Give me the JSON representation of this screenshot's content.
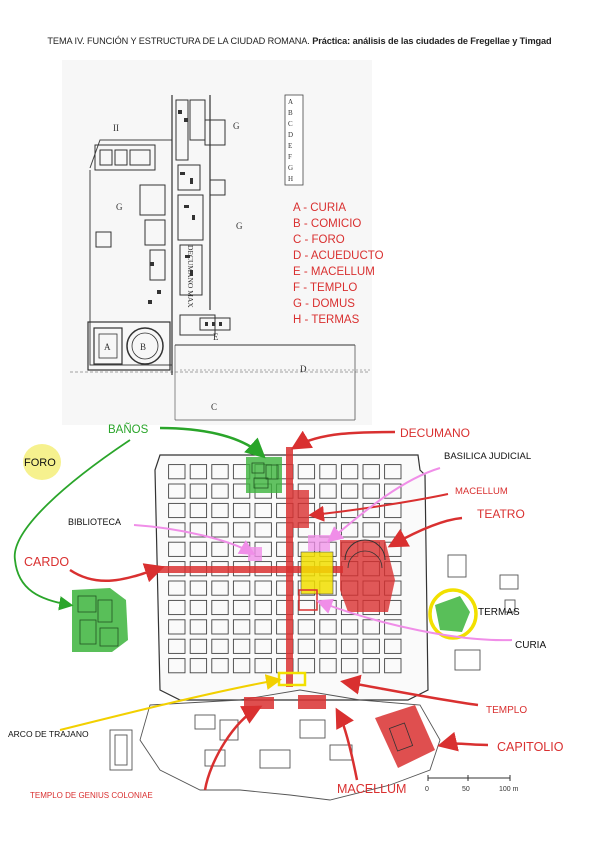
{
  "header": {
    "prefix": "TEMA IV. FUNCIÓN Y ESTRUCTURA DE LA CIUDAD ROMANA.",
    "bold": "Práctica: análisis de las ciudades de Fregellae y Timgad"
  },
  "fregellae": {
    "zone_labels": [
      "II",
      "G",
      "G",
      "G",
      "A",
      "B",
      "E",
      "D",
      "C"
    ],
    "street_label": "DECUMANO MAX",
    "index_letters": [
      "A",
      "B",
      "C",
      "D",
      "E",
      "F",
      "G",
      "H"
    ],
    "legend": [
      "A - CURIA",
      "B - COMICIO",
      "C - FORO",
      "D - ACUEDUCTO",
      "E - MACELLUM",
      "F - TEMPLO",
      "G - DOMUS",
      "H - TERMAS"
    ]
  },
  "timgad": {
    "labels": {
      "banos": "BAÑOS",
      "foro": "FORO",
      "decumano": "DECUMANO",
      "basilica": "BASILICA JUDICIAL",
      "macellum_n": "MACELLUM",
      "teatro": "TEATRO",
      "biblioteca": "BIBLIOTECA",
      "cardo": "CARDO",
      "termas": "TERMAS",
      "curia": "CURIA",
      "templo": "TEMPLO",
      "arco": "ARCO DE TRAJANO",
      "capitolio": "CAPITOLIO",
      "genius": "TEMPLO DE GENIUS COLONIAE",
      "macellum_s": "MACELLUM"
    },
    "scale_ticks": [
      "0",
      "50",
      "100 m"
    ],
    "colors": {
      "red": "#d93030",
      "green": "#3cb43c",
      "yellow": "#f2e000",
      "pink": "#f08ee8"
    }
  }
}
